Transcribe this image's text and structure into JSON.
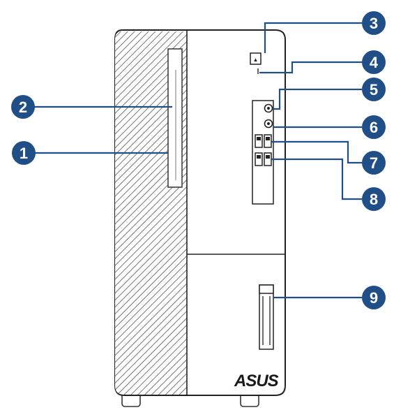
{
  "diagram": {
    "brand_logo": "ASUS",
    "callout_color": "#1f4f86",
    "callouts": [
      {
        "id": "1",
        "label": "1"
      },
      {
        "id": "2",
        "label": "2"
      },
      {
        "id": "3",
        "label": "3"
      },
      {
        "id": "4",
        "label": "4"
      },
      {
        "id": "5",
        "label": "5"
      },
      {
        "id": "6",
        "label": "6"
      },
      {
        "id": "7",
        "label": "7"
      },
      {
        "id": "8",
        "label": "8"
      },
      {
        "id": "9",
        "label": "9"
      }
    ]
  }
}
